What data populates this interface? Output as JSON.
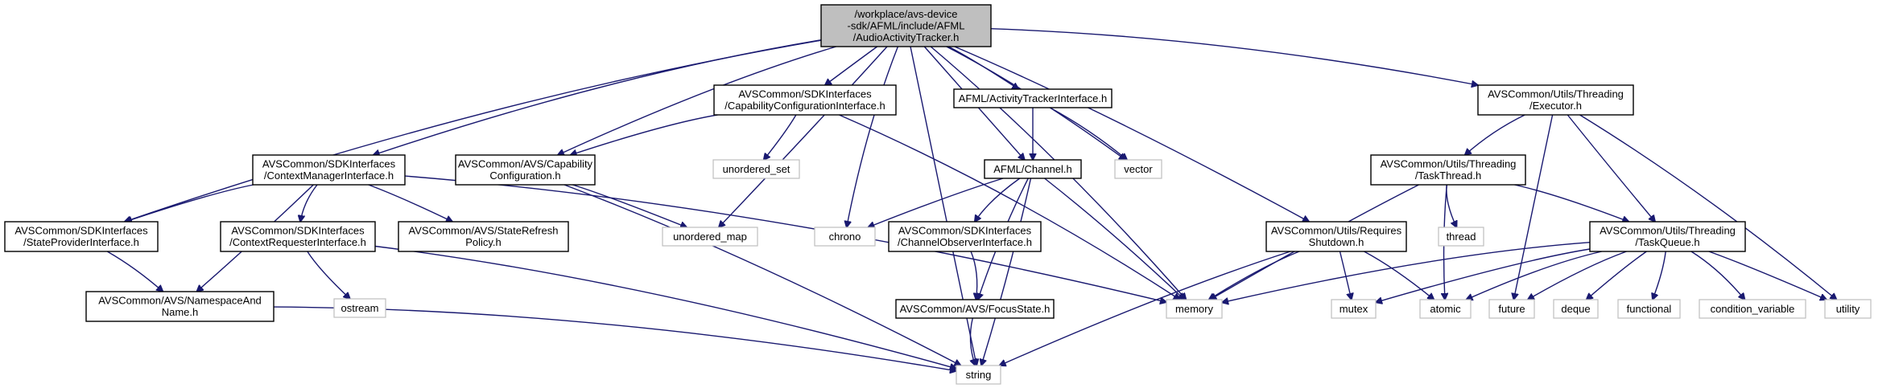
{
  "diagram": {
    "nodes": [
      {
        "id": "root",
        "kind": "root",
        "lines": [
          "/workplace/avs-device",
          "-sdk/AFML/include/AFML",
          "/AudioActivityTracker.h"
        ]
      },
      {
        "id": "stateprov",
        "kind": "header",
        "lines": [
          "AVSCommon/SDKInterfaces",
          "/StateProviderInterface.h"
        ]
      },
      {
        "id": "ctxmgr",
        "kind": "header",
        "lines": [
          "AVSCommon/SDKInterfaces",
          "/ContextManagerInterface.h"
        ]
      },
      {
        "id": "capcfg",
        "kind": "header",
        "lines": [
          "AVSCommon/AVS/Capability",
          "Configuration.h"
        ]
      },
      {
        "id": "capcfgif",
        "kind": "header",
        "lines": [
          "AVSCommon/SDKInterfaces",
          "/CapabilityConfigurationInterface.h"
        ]
      },
      {
        "id": "umap",
        "kind": "system",
        "lines": [
          "unordered_map"
        ]
      },
      {
        "id": "uset",
        "kind": "system",
        "lines": [
          "unordered_set"
        ]
      },
      {
        "id": "chrono",
        "kind": "system",
        "lines": [
          "chrono"
        ]
      },
      {
        "id": "afmlchan",
        "kind": "header",
        "lines": [
          "AFML/Channel.h"
        ]
      },
      {
        "id": "acttracker",
        "kind": "header",
        "lines": [
          "AFML/ActivityTrackerInterface.h"
        ]
      },
      {
        "id": "vector",
        "kind": "system",
        "lines": [
          "vector"
        ]
      },
      {
        "id": "memory",
        "kind": "system",
        "lines": [
          "memory"
        ]
      },
      {
        "id": "reqshut",
        "kind": "header",
        "lines": [
          "AVSCommon/Utils/Requires",
          "Shutdown.h"
        ]
      },
      {
        "id": "executor",
        "kind": "header",
        "lines": [
          "AVSCommon/Utils/Threading",
          "/Executor.h"
        ]
      },
      {
        "id": "string",
        "kind": "system",
        "lines": [
          "string"
        ]
      },
      {
        "id": "nsname",
        "kind": "header",
        "lines": [
          "AVSCommon/AVS/NamespaceAnd",
          "Name.h"
        ]
      },
      {
        "id": "ctxreq",
        "kind": "header",
        "lines": [
          "AVSCommon/SDKInterfaces",
          "/ContextRequesterInterface.h"
        ]
      },
      {
        "id": "staterefresh",
        "kind": "header",
        "lines": [
          "AVSCommon/AVS/StateRefresh",
          "Policy.h"
        ]
      },
      {
        "id": "ostream",
        "kind": "system",
        "lines": [
          "ostream"
        ]
      },
      {
        "id": "chanobs",
        "kind": "header",
        "lines": [
          "AVSCommon/SDKInterfaces",
          "/ChannelObserverInterface.h"
        ]
      },
      {
        "id": "focus",
        "kind": "header",
        "lines": [
          "AVSCommon/AVS/FocusState.h"
        ]
      },
      {
        "id": "tasktq",
        "kind": "header",
        "lines": [
          "AVSCommon/Utils/Threading",
          "/TaskThread.h"
        ]
      },
      {
        "id": "thread",
        "kind": "system",
        "lines": [
          "thread"
        ]
      },
      {
        "id": "taskq",
        "kind": "header",
        "lines": [
          "AVSCommon/Utils/Threading",
          "/TaskQueue.h"
        ]
      },
      {
        "id": "mutex",
        "kind": "system",
        "lines": [
          "mutex"
        ]
      },
      {
        "id": "atomic",
        "kind": "system",
        "lines": [
          "atomic"
        ]
      },
      {
        "id": "future",
        "kind": "system",
        "lines": [
          "future"
        ]
      },
      {
        "id": "deque",
        "kind": "system",
        "lines": [
          "deque"
        ]
      },
      {
        "id": "functional",
        "kind": "system",
        "lines": [
          "functional"
        ]
      },
      {
        "id": "condvar",
        "kind": "system",
        "lines": [
          "condition_variable"
        ]
      },
      {
        "id": "utility",
        "kind": "system",
        "lines": [
          "utility"
        ]
      }
    ],
    "edges": [
      [
        "root",
        "stateprov"
      ],
      [
        "root",
        "ctxmgr"
      ],
      [
        "root",
        "capcfg"
      ],
      [
        "root",
        "capcfgif"
      ],
      [
        "root",
        "umap"
      ],
      [
        "root",
        "chrono"
      ],
      [
        "root",
        "afmlchan"
      ],
      [
        "root",
        "acttracker"
      ],
      [
        "root",
        "vector"
      ],
      [
        "root",
        "memory"
      ],
      [
        "root",
        "reqshut"
      ],
      [
        "root",
        "executor"
      ],
      [
        "root",
        "string"
      ],
      [
        "ctxmgr",
        "stateprov"
      ],
      [
        "ctxmgr",
        "nsname"
      ],
      [
        "ctxmgr",
        "ctxreq"
      ],
      [
        "ctxmgr",
        "staterefresh"
      ],
      [
        "ctxmgr",
        "memory"
      ],
      [
        "stateprov",
        "nsname"
      ],
      [
        "nsname",
        "string"
      ],
      [
        "ctxreq",
        "ostream"
      ],
      [
        "ctxreq",
        "string"
      ],
      [
        "capcfgif",
        "capcfg"
      ],
      [
        "capcfgif",
        "uset"
      ],
      [
        "capcfgif",
        "memory"
      ],
      [
        "capcfg",
        "umap"
      ],
      [
        "capcfg",
        "string"
      ],
      [
        "acttracker",
        "afmlchan"
      ],
      [
        "acttracker",
        "vector"
      ],
      [
        "afmlchan",
        "chrono"
      ],
      [
        "afmlchan",
        "chanobs"
      ],
      [
        "afmlchan",
        "focus"
      ],
      [
        "afmlchan",
        "memory"
      ],
      [
        "afmlchan",
        "string"
      ],
      [
        "chanobs",
        "focus"
      ],
      [
        "focus",
        "string"
      ],
      [
        "reqshut",
        "memory"
      ],
      [
        "reqshut",
        "mutex"
      ],
      [
        "reqshut",
        "atomic"
      ],
      [
        "reqshut",
        "string"
      ],
      [
        "executor",
        "tasktq"
      ],
      [
        "executor",
        "taskq"
      ],
      [
        "executor",
        "future"
      ],
      [
        "executor",
        "utility"
      ],
      [
        "tasktq",
        "memory"
      ],
      [
        "tasktq",
        "thread"
      ],
      [
        "tasktq",
        "atomic"
      ],
      [
        "tasktq",
        "taskq"
      ],
      [
        "taskq",
        "memory"
      ],
      [
        "taskq",
        "mutex"
      ],
      [
        "taskq",
        "atomic"
      ],
      [
        "taskq",
        "future"
      ],
      [
        "taskq",
        "deque"
      ],
      [
        "taskq",
        "functional"
      ],
      [
        "taskq",
        "condvar"
      ],
      [
        "taskq",
        "utility"
      ]
    ]
  }
}
